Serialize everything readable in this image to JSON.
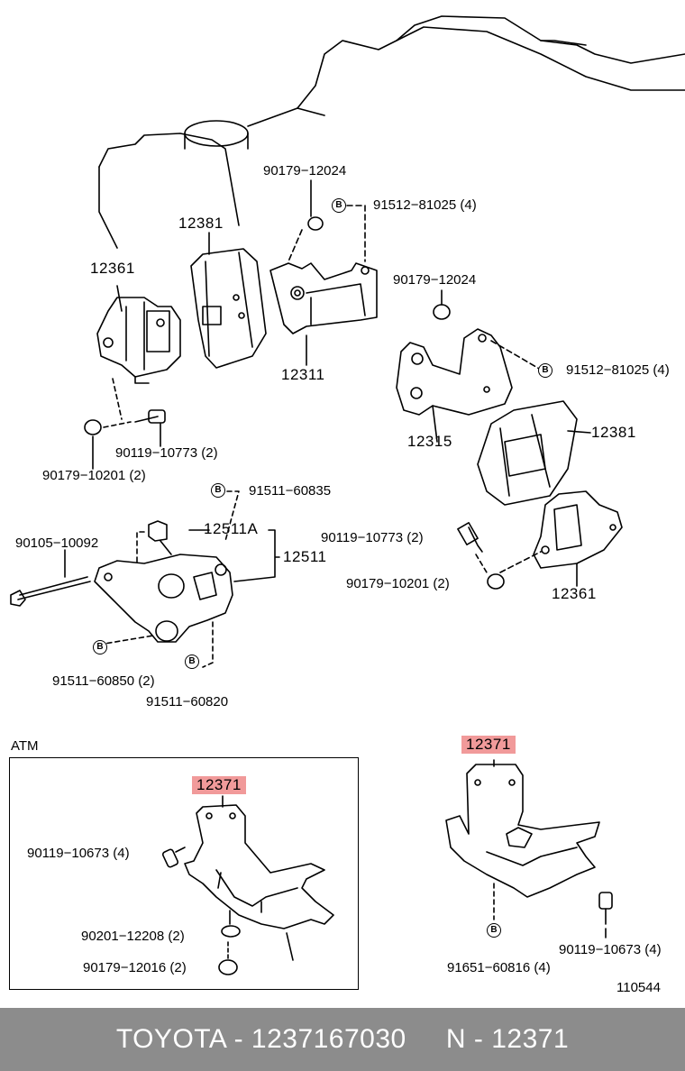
{
  "labels": {
    "p_90179_12024_top": "90179−12024",
    "p_91512_81025_top": "91512−81025 (4)",
    "p_12381_left": "12381",
    "p_12361_left": "12361",
    "p_12311": "12311",
    "p_90179_12024_mid": "90179−12024",
    "p_91512_81025_mid": "91512−81025 (4)",
    "p_12315": "12315",
    "p_12381_right": "12381",
    "p_90119_10773_left": "90119−10773 (2)",
    "p_90179_10201_left": "90179−10201 (2)",
    "p_91511_60835": "91511−60835",
    "p_12511A": "12511A",
    "p_12511": "12511",
    "p_90105_10092": "90105−10092",
    "p_90119_10773_right": "90119−10773 (2)",
    "p_90179_10201_right": "90179−10201 (2)",
    "p_12361_right": "12361",
    "p_91511_60850": "91511−60850 (2)",
    "p_91511_60820": "91511−60820",
    "atm_title": "ATM",
    "p_12371_atm": "12371",
    "p_90119_10673_atm": "90119−10673 (4)",
    "p_90201_12208": "90201−12208 (2)",
    "p_90179_12016": "90179−12016 (2)",
    "p_12371_right": "12371",
    "p_91651_60816": "91651−60816 (4)",
    "p_90119_10673_right": "90119−10673 (4)",
    "diagram_number": "110544"
  },
  "bolt_marker": "B",
  "footer": {
    "brand_part": "TOYOTA - 1237167030",
    "ref": "N - 12371"
  },
  "colors": {
    "highlight": "#f19a9a",
    "footer_bg": "#8c8c8c"
  }
}
